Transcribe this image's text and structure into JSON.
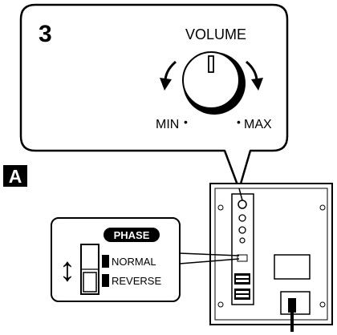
{
  "step": {
    "number": "3"
  },
  "knob": {
    "title": "VOLUME",
    "min_label": "MIN",
    "max_label": "MAX",
    "bullet": "•"
  },
  "section": {
    "letter": "A"
  },
  "phase": {
    "title": "PHASE",
    "options": [
      "NORMAL",
      "REVERSE"
    ],
    "arrow_glyph": "↕"
  }
}
